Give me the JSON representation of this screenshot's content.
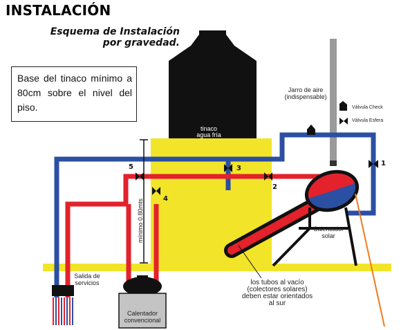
{
  "heading": "INSTALACIÓN",
  "diagram_title": {
    "line1": "Esquema de Instalación",
    "line2": "por gravedad."
  },
  "note": "Base del tinaco mínimo a 80cm sobre el nivel del piso.",
  "tank": {
    "line1": "tinaco",
    "line2": "agua fría"
  },
  "air_jar": {
    "line1": "Jarro de aire",
    "line2": "(indispensable)"
  },
  "legend": {
    "check": "Válvula Check",
    "sphere": "Válvula Esfera"
  },
  "valve_numbers": [
    "1",
    "2",
    "3",
    "4",
    "5"
  ],
  "min_height": "mínimo 0.80mts",
  "solar_heater": {
    "line1": "Calentador",
    "line2": "solar"
  },
  "services_outlet": {
    "line1": "Salida de",
    "line2": "servicios"
  },
  "conventional_heater": {
    "line1": "Calentador",
    "line2": "convencional"
  },
  "tubes_note": {
    "line1": "los tubos al vacío",
    "line2": "(colectores solares)",
    "line3": "deben estar orientados",
    "line4": "al sur"
  },
  "colors": {
    "cold_pipe": "#2b4fa3",
    "hot_pipe": "#e3222b",
    "base_yellow": "#f2e529",
    "tank": "#111111",
    "vent_pipe": "#9a9a9a",
    "conventional_heater": "#c4c4c4",
    "pointer": "#f07a1e"
  }
}
